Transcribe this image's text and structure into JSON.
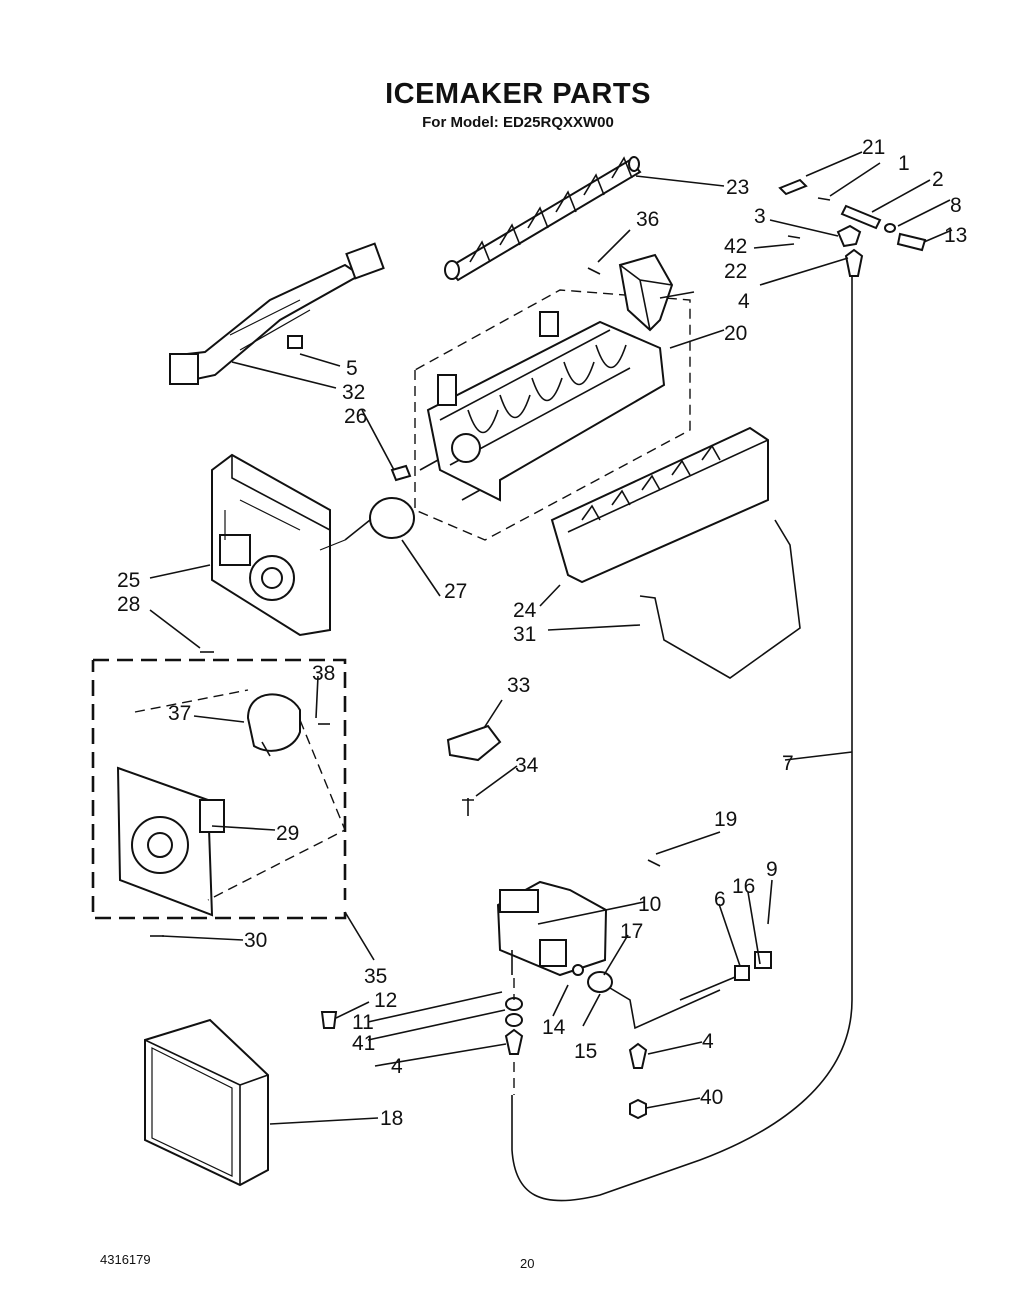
{
  "title": "ICEMAKER PARTS",
  "subtitle": "For Model: ED25RQXXW00",
  "doc_number": "4316179",
  "page_number": "20",
  "callouts": [
    "21",
    "1",
    "2",
    "23",
    "8",
    "3",
    "13",
    "36",
    "42",
    "22",
    "4",
    "20",
    "5",
    "32",
    "26",
    "25",
    "27",
    "28",
    "24",
    "31",
    "38",
    "37",
    "33",
    "34",
    "29",
    "7",
    "19",
    "9",
    "16",
    "10",
    "17",
    "6",
    "30",
    "35",
    "12",
    "11",
    "41",
    "14",
    "15",
    "4",
    "4",
    "40",
    "18"
  ]
}
